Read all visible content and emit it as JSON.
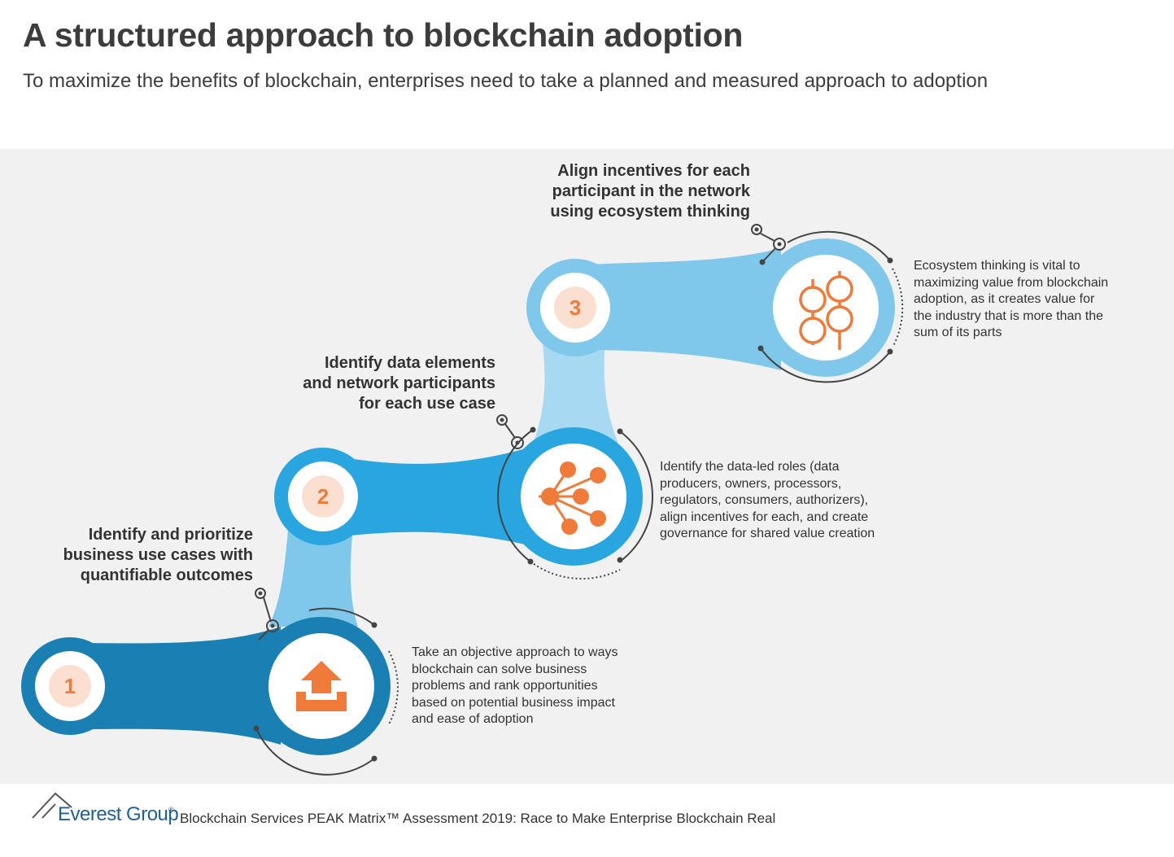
{
  "header": {
    "title": "A structured approach to blockchain adoption",
    "subtitle": "To maximize the benefits of blockchain, enterprises need to take a planned and measured approach to adoption"
  },
  "steps": [
    {
      "number": "1",
      "heading": [
        "Identify and prioritize",
        "business use cases with",
        "quantifiable outcomes"
      ],
      "description": [
        "Take an objective approach to ways",
        "blockchain can solve business",
        "problems and rank opportunities",
        "based on potential business impact",
        "and ease of adoption"
      ],
      "icon": "upload-tray-icon",
      "color": "#1a7fb2"
    },
    {
      "number": "2",
      "heading": [
        "Identify data elements",
        "and network participants",
        "for each use case"
      ],
      "description": [
        "Identify the data-led roles (data",
        "producers, owners, processors,",
        "regulators, consumers, authorizers),",
        "align incentives for each, and create",
        "governance for shared value creation"
      ],
      "icon": "network-nodes-icon",
      "color": "#29a6e0"
    },
    {
      "number": "3",
      "heading": [
        "Align incentives for each",
        "participant in the network",
        "using ecosystem thinking"
      ],
      "description": [
        "Ecosystem thinking is vital to",
        "maximizing value from blockchain",
        "adoption, as it creates value for",
        "the industry that is more than the",
        "sum of its parts"
      ],
      "icon": "ecosystem-circles-icon",
      "color": "#7fc8ec"
    }
  ],
  "colors": {
    "accent_orange": "#f07a3a",
    "number_circle_bg": "#fbe0d2",
    "panel_bg": "#f1f1f1"
  },
  "footer": {
    "brand": "Everest Group",
    "brand_mark": "®",
    "text": "Blockchain Services PEAK Matrix™ Assessment 2019: Race to Make Enterprise Blockchain Real"
  }
}
